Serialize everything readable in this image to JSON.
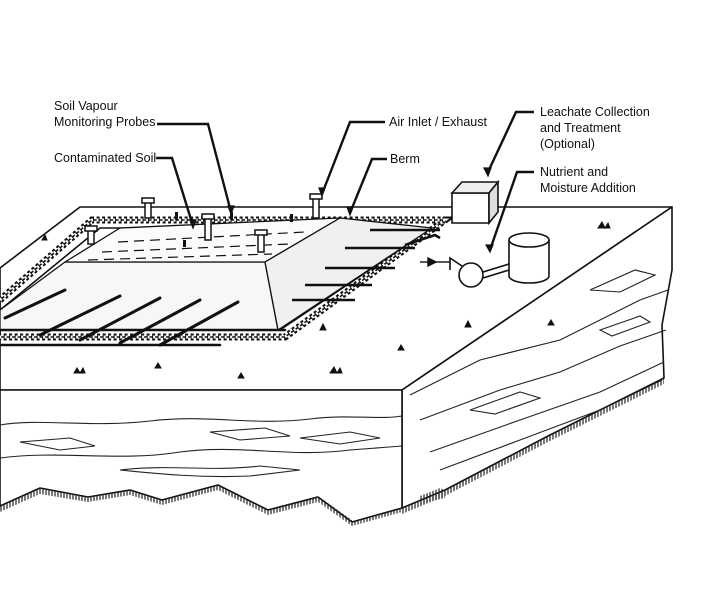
{
  "labels": {
    "soil_vapour_probes": [
      "Soil Vapour",
      "Monitoring Probes"
    ],
    "contaminated_soil": "Contaminated Soil",
    "air_inlet_exhaust": "Air Inlet / Exhaust",
    "berm": "Berm",
    "leachate": [
      "Leachate Collection",
      "and Treatment",
      "(Optional)"
    ],
    "nutrient": [
      "Nutrient and",
      "Moisture Addition"
    ]
  }
}
